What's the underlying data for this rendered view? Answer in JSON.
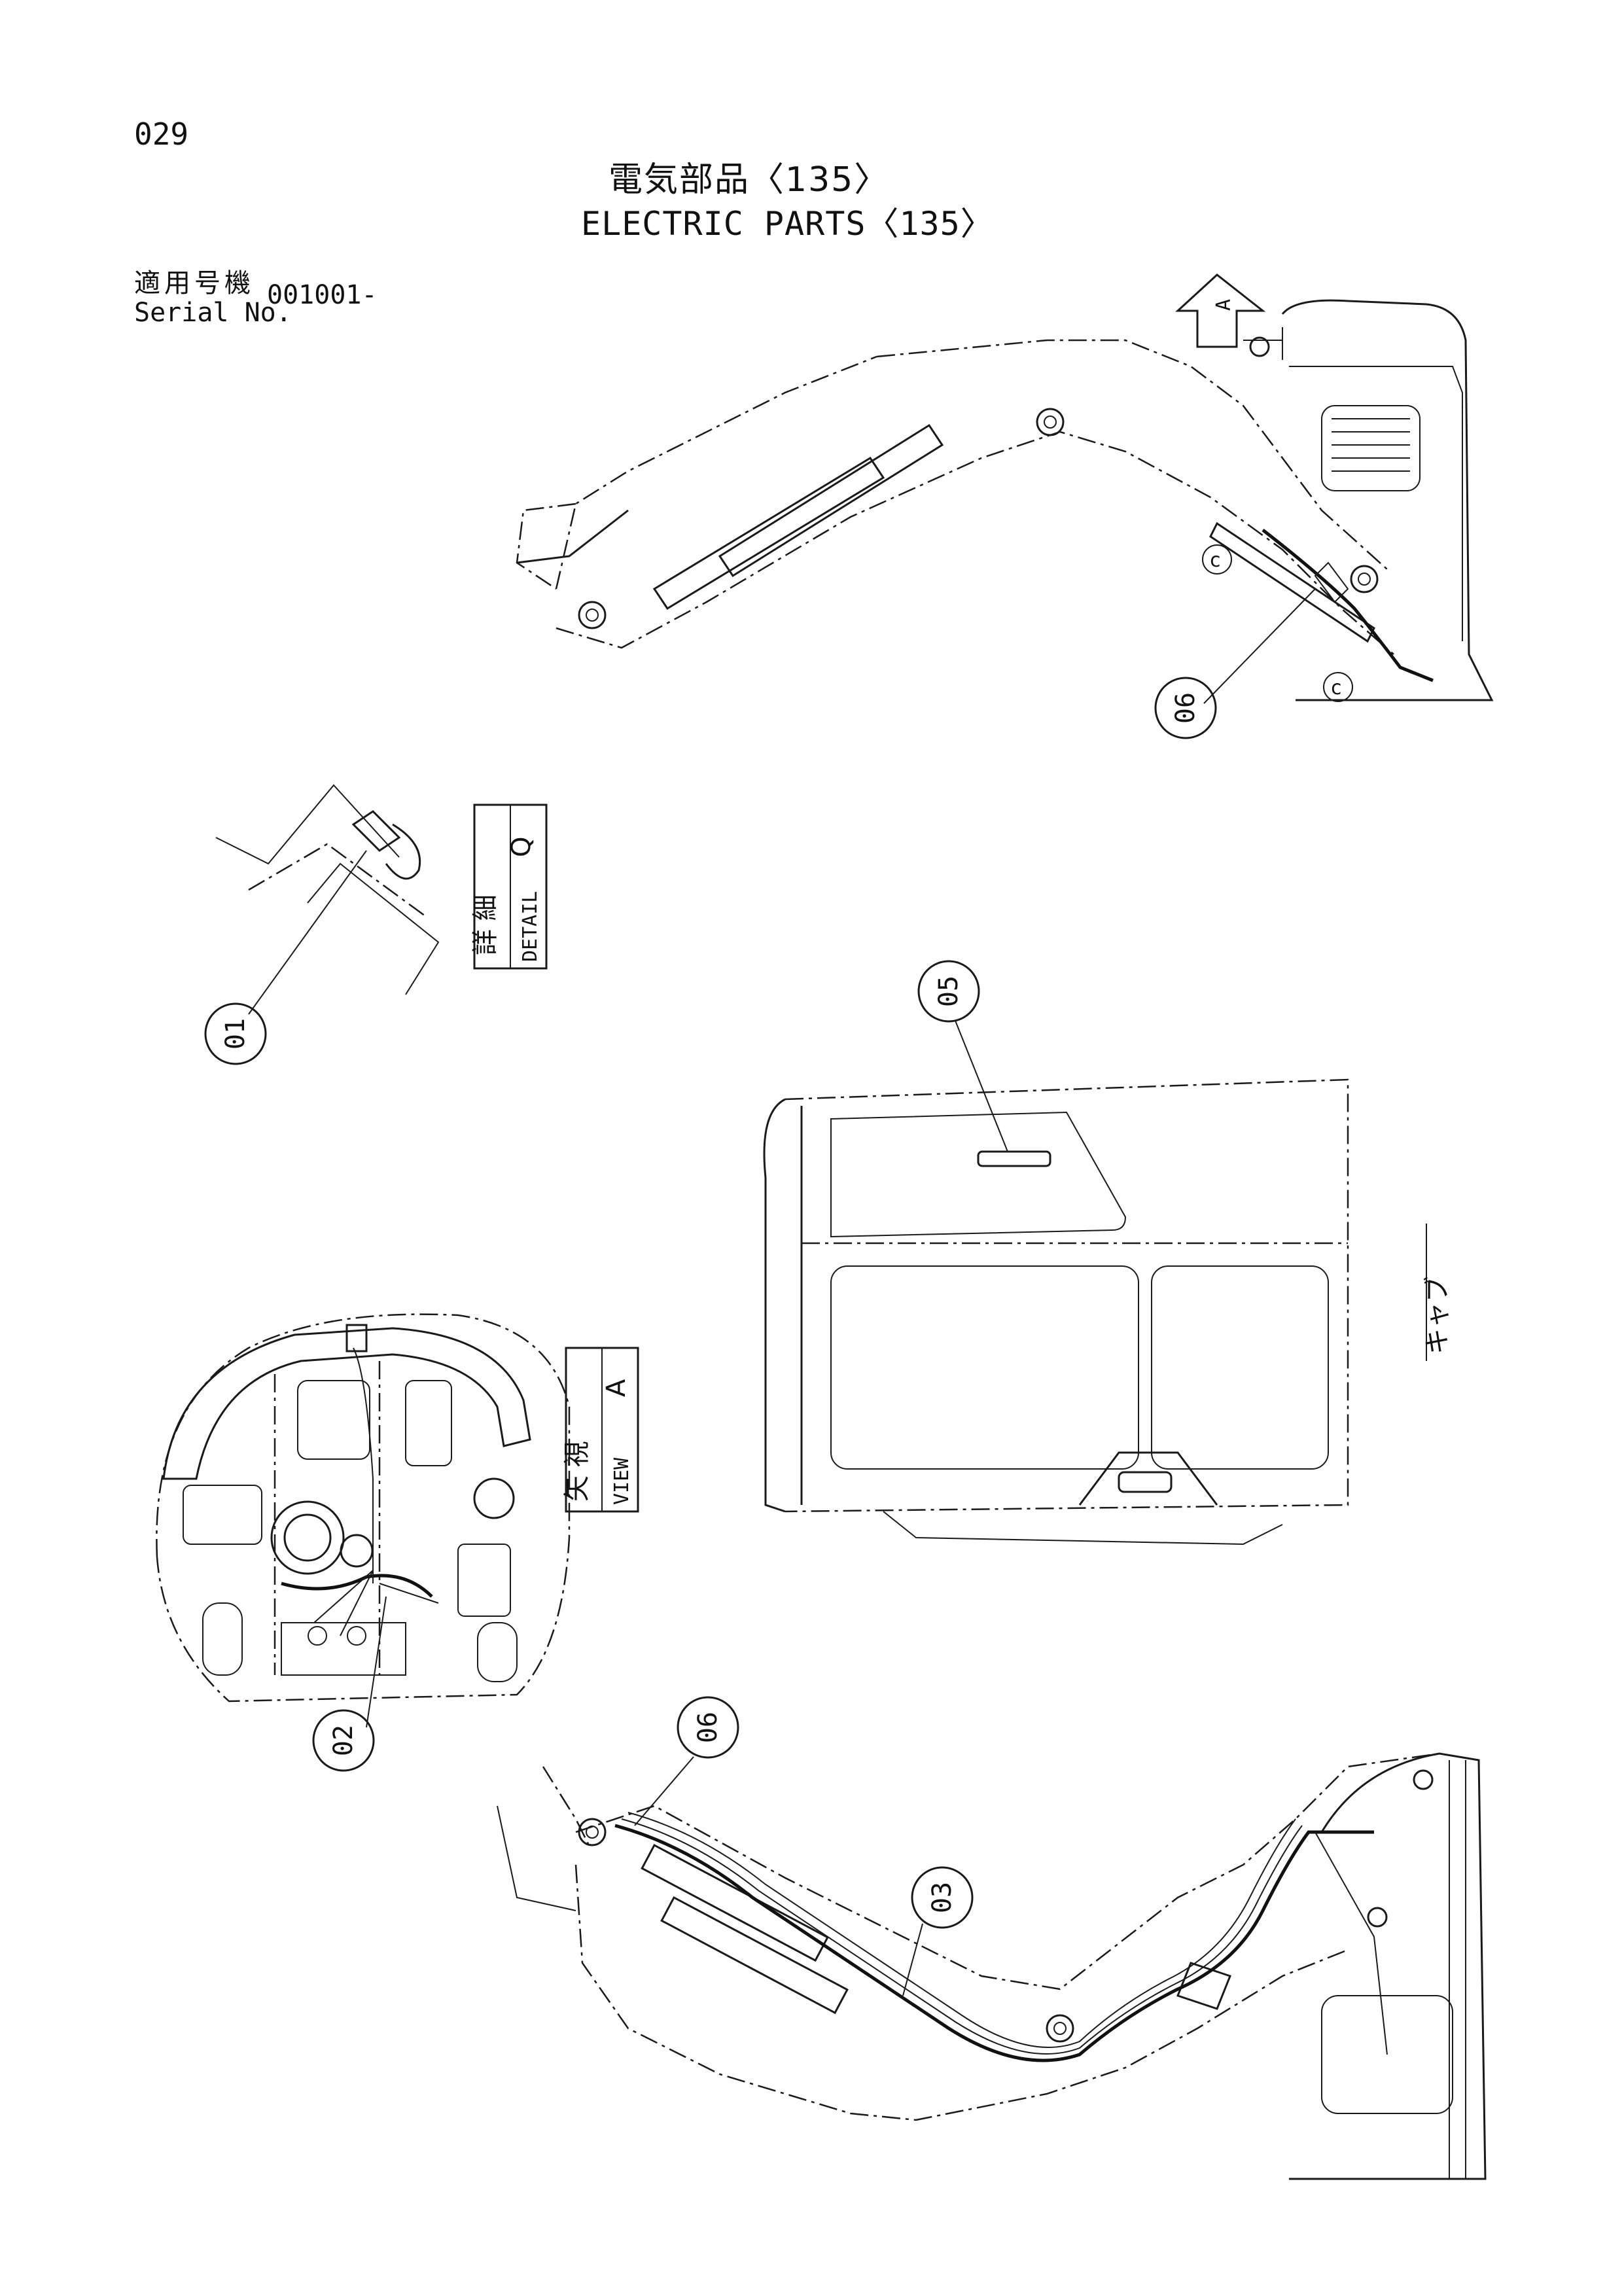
{
  "header": {
    "page_number": "029",
    "title_ja": "電気部品〈135〉",
    "title_en": "ELECTRIC PARTS〈135〉",
    "serial_label_ja": "適用号機",
    "serial_label_en": "Serial No.",
    "serial_value": "001001-"
  },
  "callouts": {
    "c01": "01",
    "c02": "02",
    "c03": "03",
    "c05": "05",
    "c06_top": "06",
    "c06_bottom": "06"
  },
  "labels": {
    "arrow_a": "A",
    "detail_ja": "詳 細",
    "detail_en": "DETAIL",
    "detail_letter": "Q",
    "view_ja": "矢 視",
    "view_en": "VIEW",
    "view_letter": "A",
    "cab_ja": "キャブ",
    "mark_c1": "c",
    "mark_c2": "c"
  }
}
